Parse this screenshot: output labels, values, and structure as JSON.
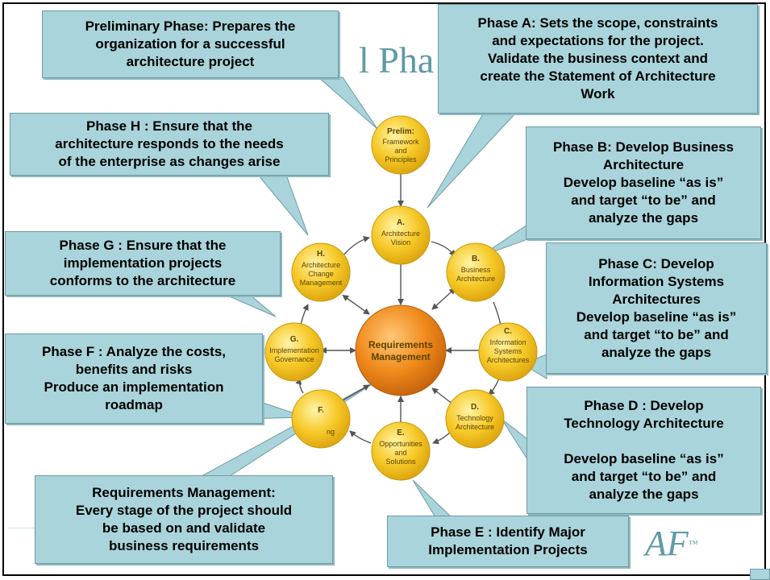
{
  "background": {
    "title_fragment": "l Pha",
    "logo_fragment": "AF",
    "logo_tm": "™",
    "colors": {
      "callout_fill": "#a9d4db",
      "node_fill": "#f6c928",
      "center_fill": "#f08a1c",
      "text_blue": "#5f9aa6"
    }
  },
  "nodes": {
    "prelim": {
      "line1": "Prelim:",
      "line2": "Framework",
      "line3": "and",
      "line4": "Principles"
    },
    "a": {
      "line1": "A.",
      "line2": "Architecture",
      "line3": "Vision"
    },
    "b": {
      "line1": "B.",
      "line2": "Business",
      "line3": "Architecture"
    },
    "c": {
      "line1": "C.",
      "line2": "Information",
      "line3": "Systems",
      "line4": "Architectures"
    },
    "d": {
      "line1": "D.",
      "line2": "Technology",
      "line3": "Architecture"
    },
    "e": {
      "line1": "E.",
      "line2": "Opportunities",
      "line3": "and",
      "line4": "Solutions"
    },
    "f": {
      "line1": "F.",
      "line2": "ng"
    },
    "g": {
      "line1": "G.",
      "line2": "Implementation",
      "line3": "Governance"
    },
    "h": {
      "line1": "H.",
      "line2": "Architecture",
      "line3": "Change",
      "line4": "Management"
    },
    "center": {
      "line1": "Requirements",
      "line2": "Management"
    }
  },
  "callouts": {
    "prelim": [
      "Preliminary Phase: Prepares the",
      "organization for a successful",
      "architecture project"
    ],
    "a": [
      "Phase A: Sets the scope, constraints",
      "and expectations for the project.",
      "Validate the business context and",
      "create the Statement of Architecture",
      "Work"
    ],
    "h": [
      "Phase H : Ensure that the",
      "architecture responds to the needs",
      "of the enterprise as changes arise"
    ],
    "b": [
      "Phase B: Develop Business",
      "Architecture",
      "Develop baseline “as is”",
      "and target “to be” and",
      "analyze the gaps"
    ],
    "g": [
      "Phase G : Ensure that the",
      "implementation projects",
      "conforms to the architecture"
    ],
    "c": [
      "Phase C: Develop",
      "Information Systems",
      "Architectures",
      "Develop baseline “as is”",
      "and target “to be” and",
      "analyze the gaps"
    ],
    "f": [
      "Phase F : Analyze the costs,",
      "benefits and risks",
      "Produce an implementation",
      "roadmap"
    ],
    "d": [
      "Phase D : Develop",
      "Technology Architecture",
      "",
      "Develop baseline “as is”",
      "and target “to be” and",
      "analyze the gaps"
    ],
    "req": [
      "Requirements Management:",
      "Every stage of the project should",
      "be based on and validate",
      "business requirements"
    ],
    "e": [
      "Phase E : Identify Major",
      "Implementation Projects"
    ]
  }
}
